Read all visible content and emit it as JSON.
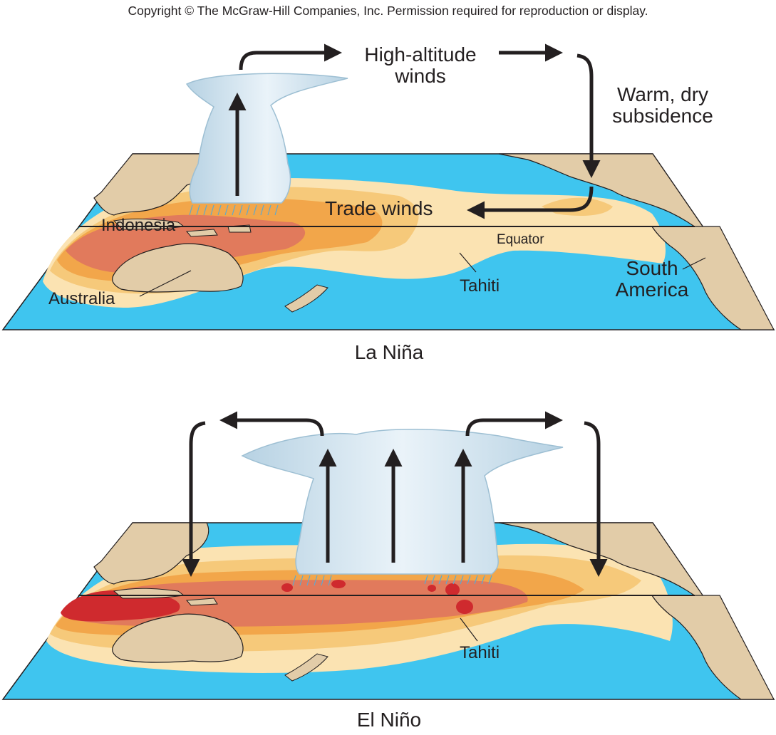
{
  "copyright": "Copyright © The McGraw-Hill Companies, Inc.  Permission required for reproduction or display.",
  "la_nina": {
    "caption": "La Niña",
    "labels": {
      "high_altitude_winds_1": "High-altitude",
      "high_altitude_winds_2": "winds",
      "subsidence_1": "Warm, dry",
      "subsidence_2": "subsidence",
      "trade_winds": "Trade winds",
      "indonesia": "Indonesia",
      "equator": "Equator",
      "tahiti": "Tahiti",
      "australia": "Australia",
      "south_america_1": "South",
      "south_america_2": "America"
    }
  },
  "el_nino": {
    "caption": "El Niño",
    "labels": {
      "tahiti": "Tahiti"
    }
  },
  "colors": {
    "ocean": "#3fc5ef",
    "land": "#e2cca8",
    "warm_light": "#fbe3b2",
    "warm_mid": "#f6c97a",
    "warm_orange": "#f2a64a",
    "warm_salmon": "#e17a5c",
    "warm_red": "#cf2a2e",
    "cloud": "#cfe3ef",
    "arrow": "#231f20"
  }
}
